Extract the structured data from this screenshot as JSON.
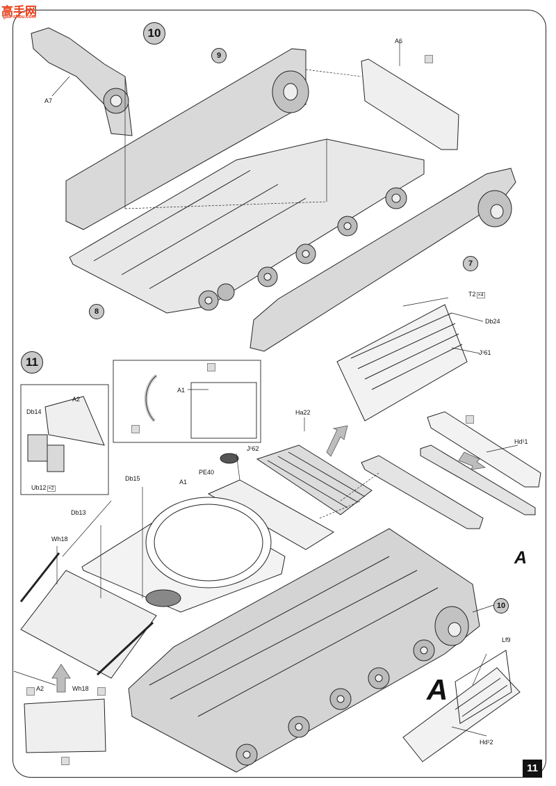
{
  "watermark": {
    "chinese": "高手网",
    "url": "gao-shou.com"
  },
  "steps": {
    "step10": "10",
    "step11": "11"
  },
  "callouts": {
    "c9": "9",
    "c7": "7",
    "c8": "8",
    "c10": "10"
  },
  "parts": {
    "A7": "A7",
    "A6": "A6",
    "T2": "T2",
    "T2_qty": "×4",
    "Db24": "Db24",
    "J61": "J¹61",
    "Ha22": "Ha22",
    "Hd11": "Hd¹1",
    "Db14": "Db14",
    "A2_top": "A2",
    "Ub12": "Ub12",
    "Ub12_qty": "×2",
    "A1_top": "A1",
    "J62": "J¹62",
    "PE40": "PE40",
    "Db15": "Db15",
    "A1": "A1",
    "Db13": "Db13",
    "Wh18_top": "Wh18",
    "Wh18_bottom": "Wh18",
    "A2_bottom": "A2",
    "Lf9": "Lf9",
    "Hd12": "Hd¹2"
  },
  "subassembly_marks": {
    "a_mid": "A",
    "a_big": "A"
  },
  "page_number": "11",
  "colors": {
    "part_fill": "#d9d9d9",
    "line": "#222222",
    "callout_fill": "#c9c9c9",
    "watermark": "#e8411c",
    "arrow_fill": "#bdbdbd"
  }
}
